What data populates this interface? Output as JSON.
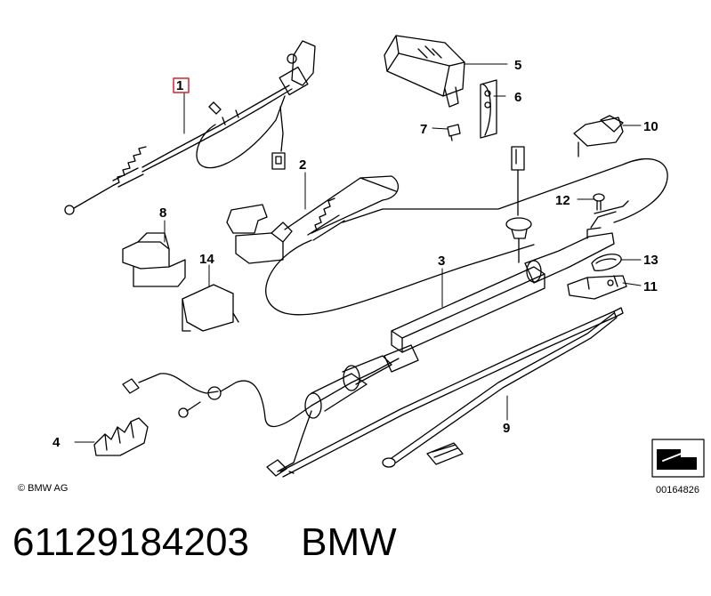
{
  "callouts": {
    "c1": "1",
    "c2": "2",
    "c3": "3",
    "c4": "4",
    "c5": "5",
    "c6": "6",
    "c7": "7",
    "c8": "8",
    "c9": "9",
    "c10": "10",
    "c11": "11",
    "c12": "12",
    "c13": "13",
    "c14": "14"
  },
  "copyright": "© BMW AG",
  "diagram_number": "00164826",
  "footer": {
    "part_number": "61129184203",
    "brand": "BMW"
  },
  "colors": {
    "line": "#000000",
    "highlight": "#d9242b",
    "background": "#ffffff"
  }
}
